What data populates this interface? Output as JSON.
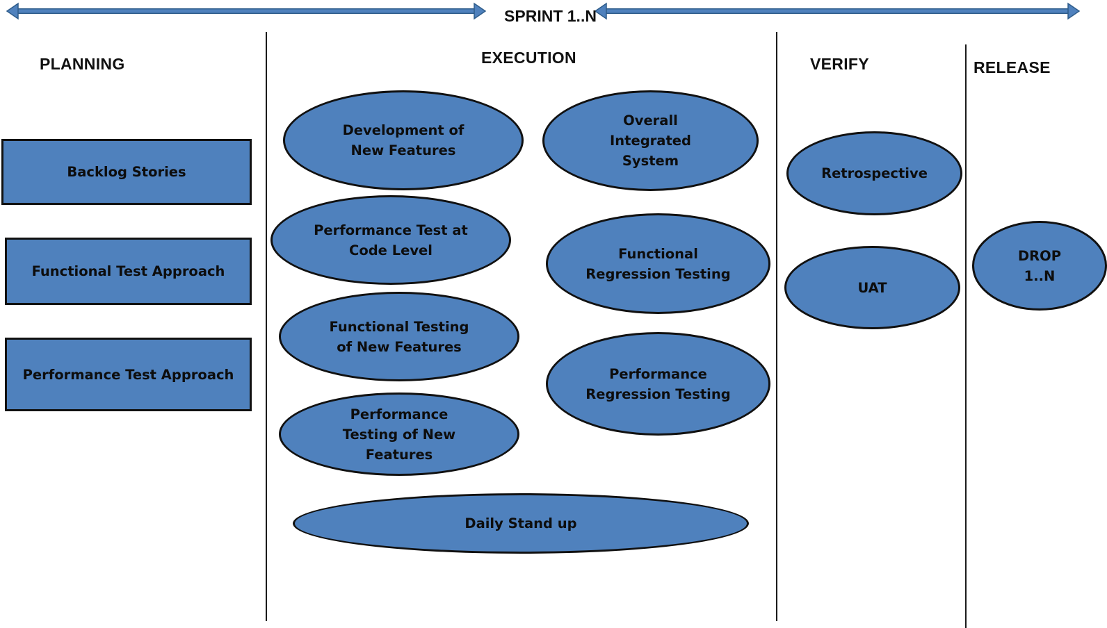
{
  "colors": {
    "shape_fill": "#4f81bd",
    "shape_border": "#111111",
    "arrow": "#4f81bd",
    "text": "#111111"
  },
  "sprint_label": "SPRINT 1..N",
  "phases": {
    "planning": "PLANNING",
    "execution": "EXECUTION",
    "verify": "VERIFY",
    "release": "RELEASE"
  },
  "planning_items": [
    "Backlog Stories",
    "Functional Test Approach",
    "Performance Test Approach"
  ],
  "execution_items": {
    "development_new_features": "Development of\nNew Features",
    "performance_test_code_level": "Performance Test at\nCode Level",
    "functional_testing_new_features": "Functional Testing\nof New Features",
    "performance_testing_new_features": "Performance\nTesting of New\nFeatures",
    "overall_integrated_system": "Overall\nIntegrated\nSystem",
    "functional_regression_testing": "Functional\nRegression Testing",
    "performance_regression_testing": "Performance\nRegression Testing",
    "daily_stand_up": "Daily Stand up"
  },
  "verify_items": [
    "Retrospective",
    "UAT"
  ],
  "release_items": [
    "DROP\n1..N"
  ]
}
